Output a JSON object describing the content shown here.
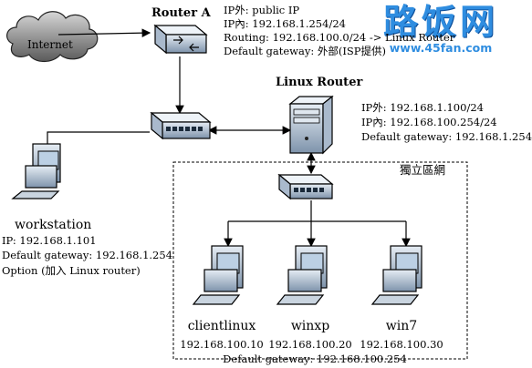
{
  "watermark": {
    "cn": "路饭网",
    "url": "www.45fan.com"
  },
  "cloud": {
    "label": "Internet"
  },
  "router_a": {
    "title": "Router A",
    "lines": [
      "IP外: public IP",
      "IP內: 192.168.1.254/24",
      "Routing: 192.168.100.0/24 -> Linux Router",
      "Default gateway: 外部(ISP提供)"
    ]
  },
  "linux_router": {
    "title": "Linux Router",
    "lines": [
      "IP外: 192.168.1.100/24",
      "IP內: 192.168.100.254/24",
      "Default gateway: 192.168.1.254"
    ]
  },
  "workstation": {
    "title": "workstation",
    "lines": [
      "IP: 192.168.1.101",
      "Default gateway: 192.168.1.254",
      "Option (加入 Linux router)"
    ]
  },
  "lan": {
    "label": "獨立區網"
  },
  "clients": [
    {
      "name": "clientlinux",
      "ip": "192.168.100.10"
    },
    {
      "name": "winxp",
      "ip": "192.168.100.20"
    },
    {
      "name": "win7",
      "ip": "192.168.100.30"
    }
  ],
  "clients_gateway": "Default gateway: 192.168.100.254"
}
